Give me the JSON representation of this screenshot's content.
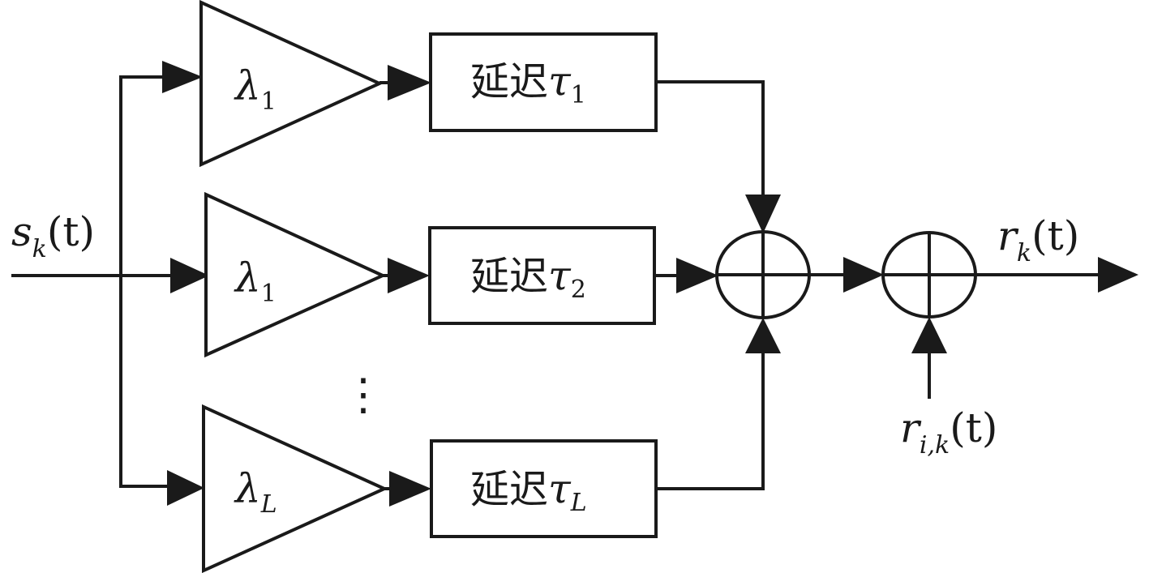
{
  "input": {
    "base": "s",
    "sub": "k",
    "arg": "(t)"
  },
  "branches": [
    {
      "gain_symbol": "λ",
      "gain_sub": "1",
      "delay_text": "延迟",
      "delay_symbol": "τ",
      "delay_sub": "1"
    },
    {
      "gain_symbol": "λ",
      "gain_sub": "1",
      "delay_text": "延迟",
      "delay_symbol": "τ",
      "delay_sub": "2"
    },
    {
      "gain_symbol": "λ",
      "gain_sub": "L",
      "delay_text": "延迟",
      "delay_symbol": "τ",
      "delay_sub": "L"
    }
  ],
  "ellipsis": "⋮",
  "interference": {
    "base": "r",
    "sub": "i,k",
    "arg": "(t)"
  },
  "output": {
    "base": "r",
    "sub": "k",
    "arg": "(t)"
  }
}
